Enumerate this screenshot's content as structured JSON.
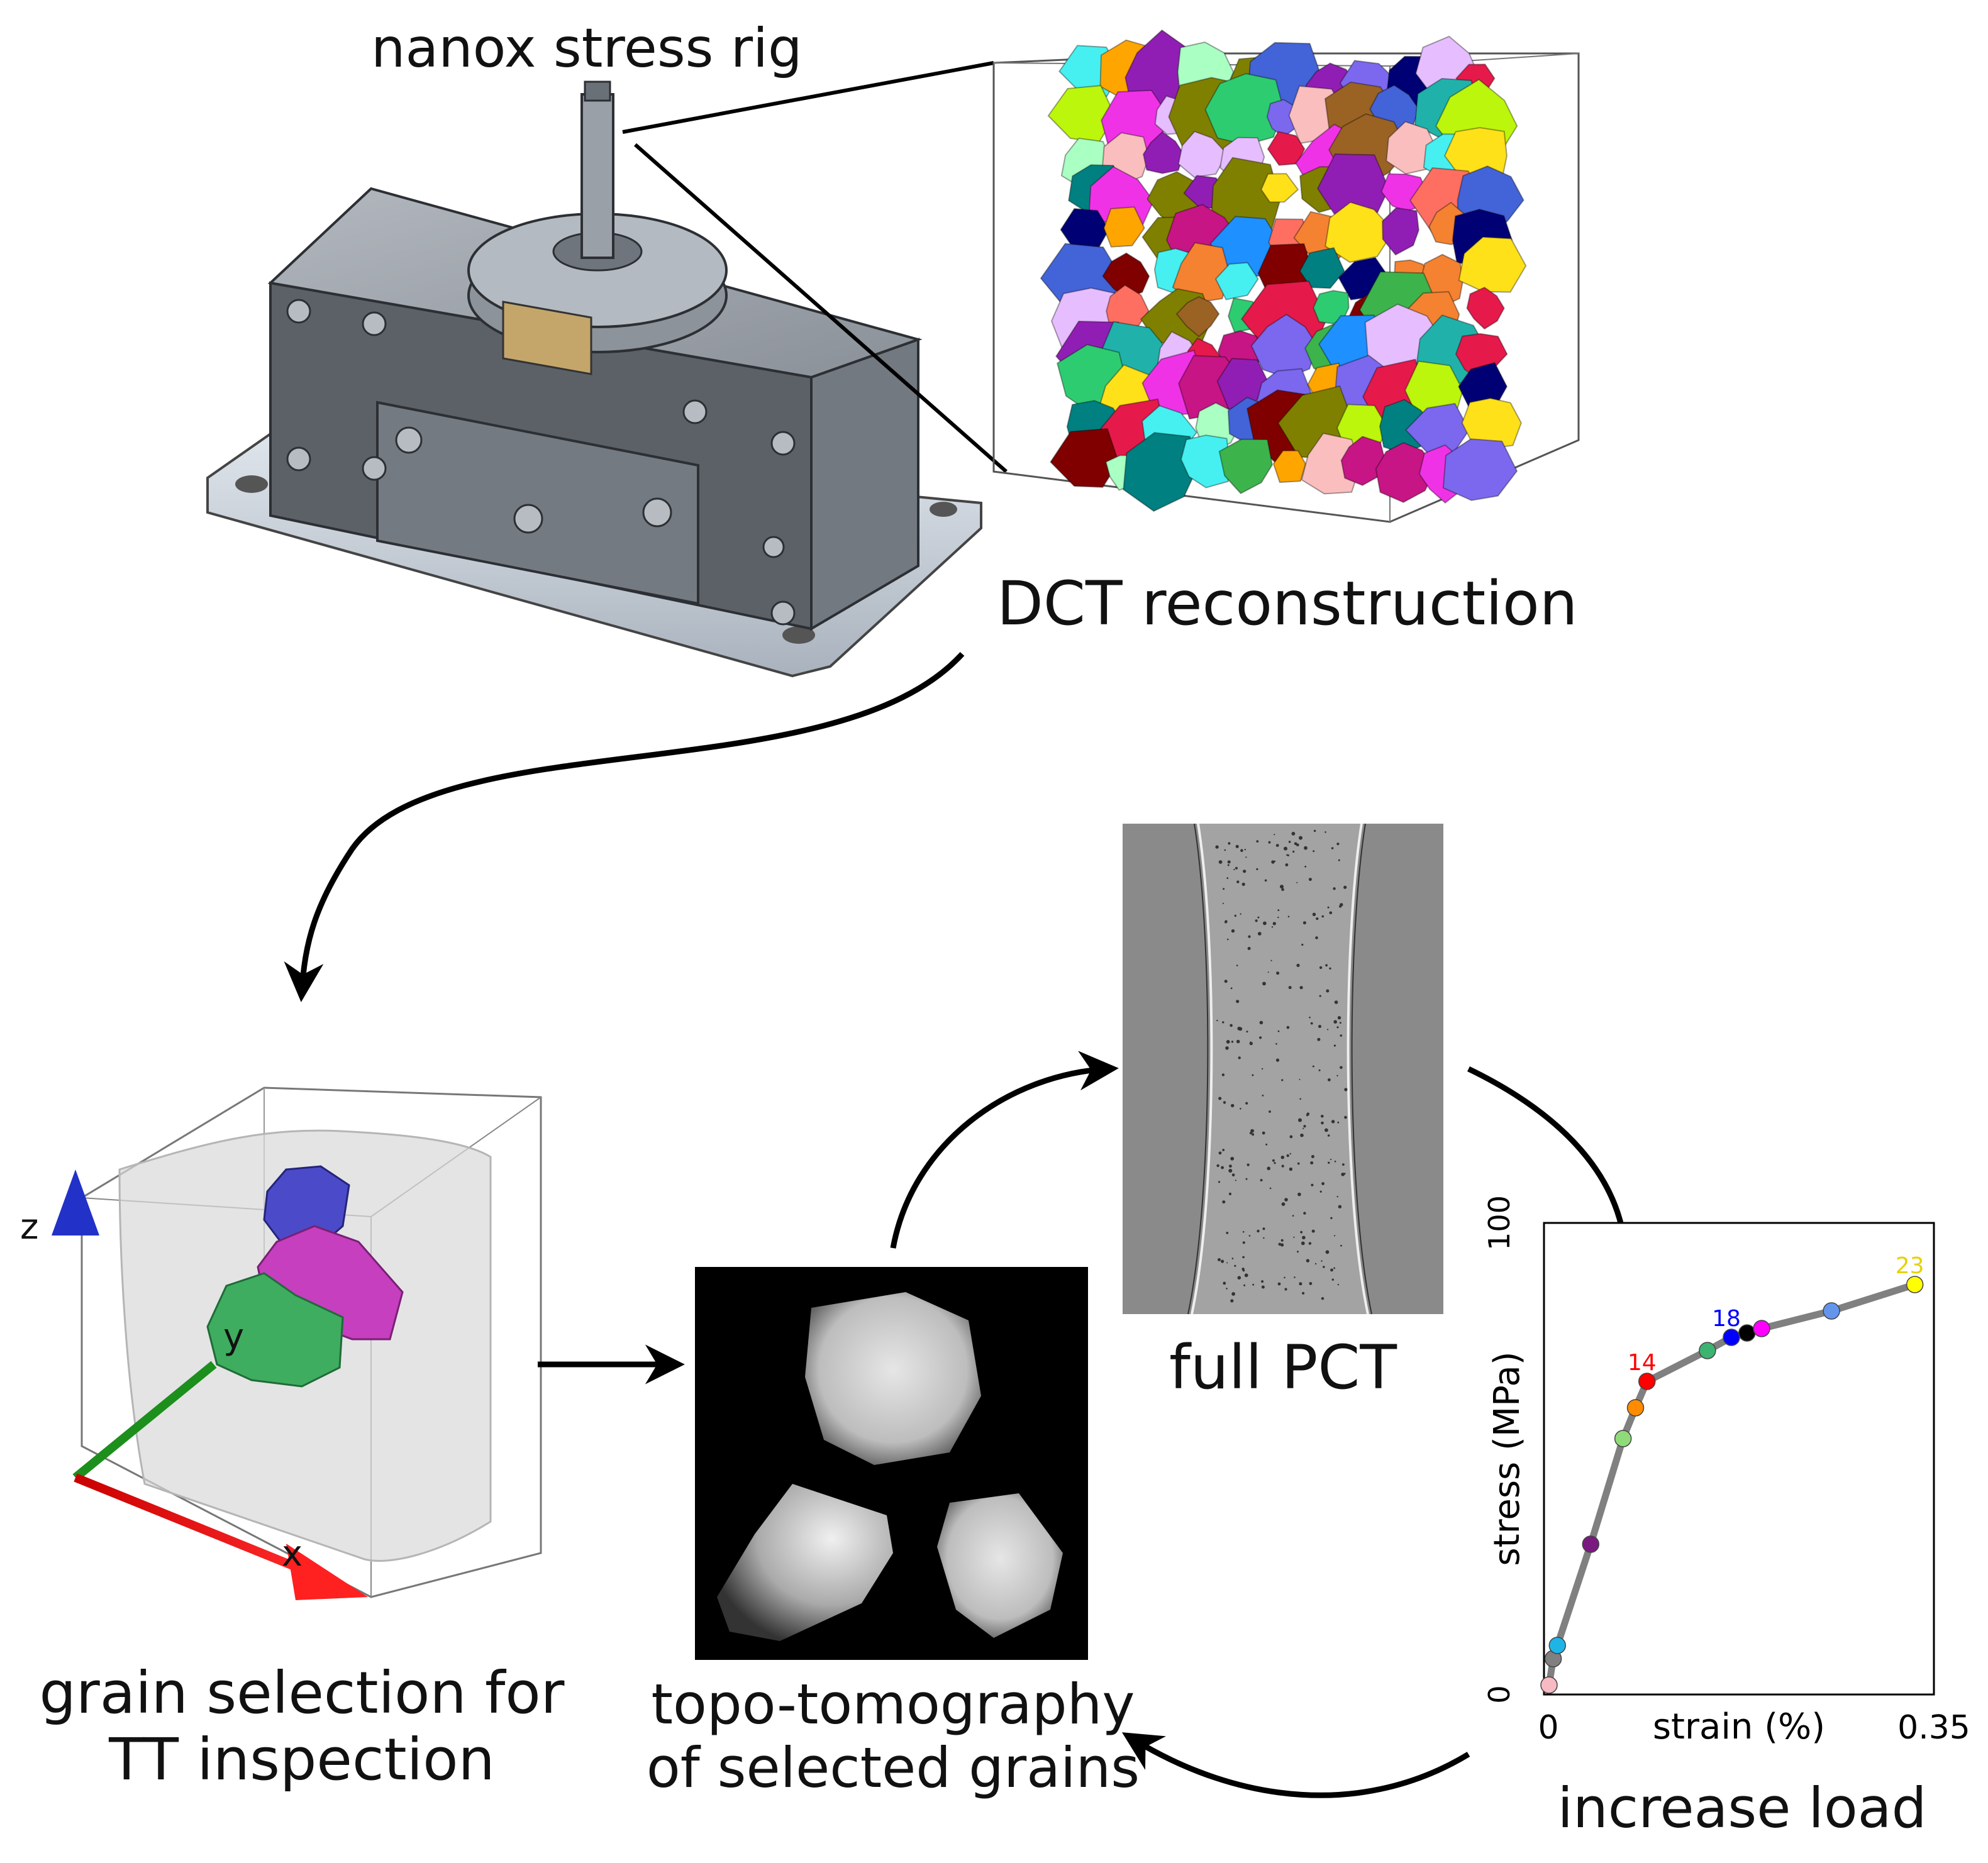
{
  "labels": {
    "rig": "nanox stress rig",
    "dct": "DCT reconstruction",
    "grain_sel_1": "grain selection for",
    "grain_sel_2": "TT inspection",
    "topo_1": "topo-tomography",
    "topo_2": "of selected grains",
    "pct": "full PCT",
    "load": "increase load"
  },
  "axes3d": {
    "z": "z",
    "y": "y",
    "x": "x"
  },
  "chart_data": {
    "type": "line",
    "xlabel": "strain (%)",
    "ylabel": "stress (MPa)",
    "xlim": [
      0,
      0.35
    ],
    "ylim": [
      0,
      100
    ],
    "x_ticks": [
      "0",
      "0.35"
    ],
    "y_ticks": [
      "0",
      "100"
    ],
    "points": [
      {
        "x": 0.0,
        "y": 1,
        "color": "#f7b9c3"
      },
      {
        "x": 0.004,
        "y": 7,
        "color": "#808080"
      },
      {
        "x": 0.008,
        "y": 10,
        "color": "#1fb4e6"
      },
      {
        "x": 0.04,
        "y": 33,
        "color": "#7a1a80"
      },
      {
        "x": 0.071,
        "y": 57,
        "color": "#8fdb7a"
      },
      {
        "x": 0.083,
        "y": 64,
        "color": "#ff8c00"
      },
      {
        "x": 0.094,
        "y": 70,
        "color": "#ff0000",
        "label": "14"
      },
      {
        "x": 0.152,
        "y": 77,
        "color": "#3cb371"
      },
      {
        "x": 0.175,
        "y": 80,
        "color": "#0000ff",
        "label": "18"
      },
      {
        "x": 0.19,
        "y": 81,
        "color": "#000000"
      },
      {
        "x": 0.204,
        "y": 82,
        "color": "#ff00ff"
      },
      {
        "x": 0.271,
        "y": 86,
        "color": "#6495ed"
      },
      {
        "x": 0.351,
        "y": 92,
        "color": "#ffff00",
        "label": "23"
      }
    ],
    "label_colors": {
      "14": "#ff0000",
      "18": "#0000ff",
      "23": "#e6d200"
    },
    "line_color": "#808080"
  }
}
